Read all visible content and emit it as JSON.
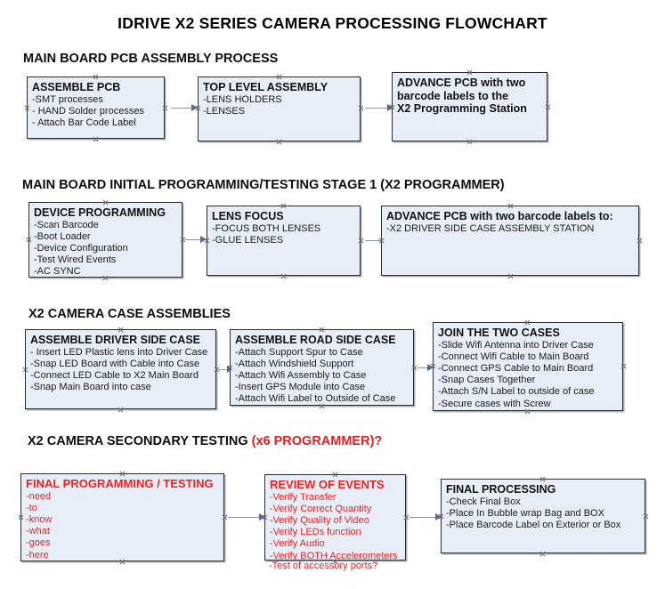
{
  "document": {
    "title": "IDRIVE X2  SERIES CAMERA PROCESSING FLOWCHART",
    "box_fill": "#e8eef7",
    "box_border": "#2b2b2b",
    "arrow_color": "#7f97b4",
    "red_accent": "#ee2222"
  },
  "sections": [
    {
      "heading": "MAIN BOARD PCB ASSEMBLY PROCESS",
      "heading_red": "",
      "boxes": [
        {
          "title": "ASSEMBLE PCB",
          "lines": [
            " -SMT processes",
            "- HAND Solder processes",
            "- Attach Bar Code Label"
          ]
        },
        {
          "title": "TOP LEVEL ASSEMBLY",
          "lines": [
            "-LENS HOLDERS",
            "-LENSES"
          ]
        },
        {
          "title": "ADVANCE PCB with two",
          "title2": "barcode labels to the",
          "title3": " X2 Programming Station",
          "lines": []
        }
      ]
    },
    {
      "heading": "MAIN BOARD INITIAL PROGRAMMING/TESTING STAGE 1 (X2 PROGRAMMER)",
      "heading_red": "",
      "boxes": [
        {
          "title": "DEVICE PROGRAMMING",
          "lines": [
            "-Scan Barcode",
            "-Boot Loader",
            "-Device Configuration",
            "-Test Wired Events",
            "-AC SYNC"
          ]
        },
        {
          "title": "LENS FOCUS",
          "lines": [
            "-FOCUS BOTH LENSES",
            "-GLUE LENSES"
          ]
        },
        {
          "title": "ADVANCE PCB with two barcode labels to:",
          "lines": [
            "-X2 DRIVER  SIDE  CASE  ASSEMBLY STATION"
          ]
        }
      ]
    },
    {
      "heading": "X2 CAMERA CASE ASSEMBLIES",
      "heading_red": "",
      "boxes": [
        {
          "title": "ASSEMBLE DRIVER SIDE CASE",
          "lines": [
            "- Insert LED Plastic lens into Driver Case",
            "-Snap LED Board with Cable into Case",
            "-Connect LED Cable to X2 Main Board",
            "-Snap Main Board into case"
          ]
        },
        {
          "title": "ASSEMBLE ROAD SIDE CASE",
          "lines": [
            "-Attach Support Spur to Case",
            "-Attach Windshield Support",
            "-Attach Wifi Assembly to Case",
            "-Insert GPS Module into Case",
            "-Attach Wifi Label to Outside of Case"
          ]
        },
        {
          "title": "JOIN THE TWO CASES",
          "lines": [
            "-Slide Wifi Antenna into Driver Case",
            "-Connect Wifi Cable to Main Board",
            "-Connect GPS Cable to Main Board",
            "-Snap Cases Together",
            "-Attach S/N Label to outside of case",
            "-Secure cases with Screw"
          ]
        }
      ]
    },
    {
      "heading": "X2 CAMERA SECONDARY TESTING ",
      "heading_red": "(x6 PROGRAMMER)?",
      "boxes": [
        {
          "title": "FINAL PROGRAMMING / TESTING",
          "lines": [
            "-need",
            "-to",
            "-know",
            "-what",
            "-goes",
            "-here"
          ]
        },
        {
          "title": "REVIEW OF EVENTS",
          "lines": [
            "-Verify Transfer",
            "-Verify Correct Quantity",
            "-Verify Quality of Video",
            "-Verify LEDs function",
            "-Verify Audio",
            "-Verify BOTH Accelerometers"
          ],
          "overflow_line": "-Test of accessory ports?"
        },
        {
          "title": "FINAL PROCESSING",
          "lines": [
            " -Check Final Box",
            "-Place In Bubble wrap Bag and BOX",
            "-Place Barcode Label on Exterior or Box"
          ]
        }
      ]
    }
  ]
}
